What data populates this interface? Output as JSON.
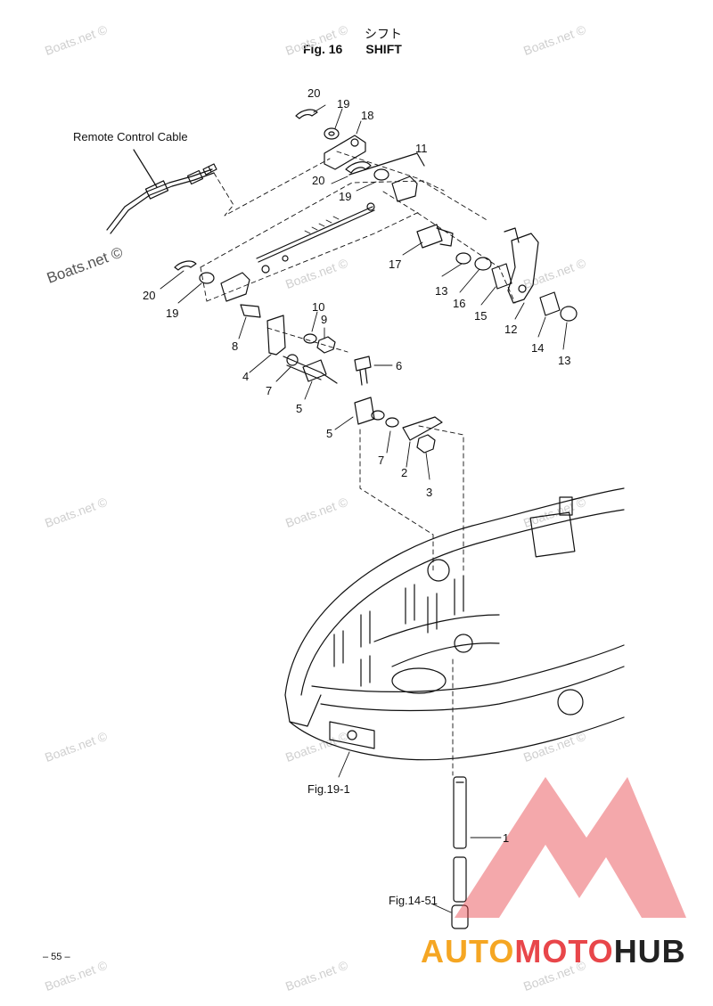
{
  "header": {
    "title_jp": "シフト",
    "fig_no": "Fig. 16",
    "title_en": "SHIFT"
  },
  "captions": {
    "remote": "Remote Control Cable",
    "fig19": "Fig.19-1",
    "fig14": "Fig.14-51"
  },
  "callouts": [
    "20",
    "19",
    "18",
    "11",
    "20",
    "19",
    "17",
    "13",
    "16",
    "15",
    "12",
    "14",
    "13",
    "20",
    "19",
    "10",
    "9",
    "8",
    "6",
    "4",
    "7",
    "5",
    "5",
    "7",
    "2",
    "3",
    "1"
  ],
  "page_number": "– 55 –",
  "watermarks": {
    "text": "Boats.net ©"
  },
  "logo": {
    "part1": "AUTO",
    "part2": "MOTO",
    "part3": "HUB"
  },
  "colors": {
    "line": "#111111",
    "watermark": "#cfcfcf",
    "logo_orange": "#f5a623",
    "logo_red": "#e8464a",
    "logo_dark": "#222222"
  }
}
